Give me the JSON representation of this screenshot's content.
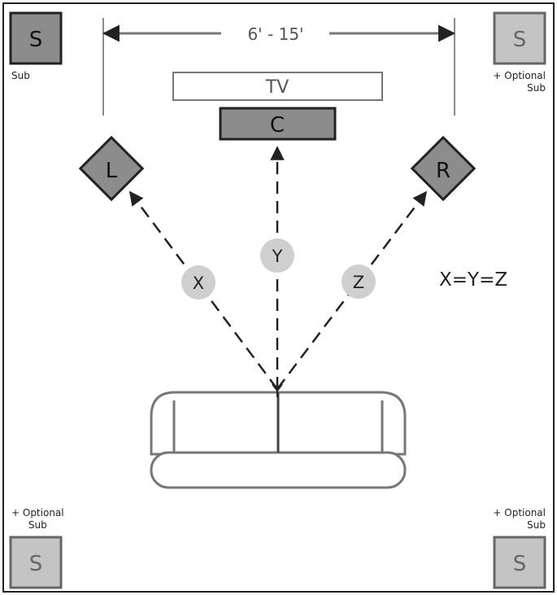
{
  "diagram": {
    "distance_label": "6' - 15'",
    "tv_label": "TV",
    "equation": "X=Y=Z",
    "speakers": {
      "center": "C",
      "left": "L",
      "right": "R"
    },
    "distances": {
      "x": "X",
      "y": "Y",
      "z": "Z"
    },
    "subwoofers": {
      "main": {
        "letter": "S",
        "caption": "Sub"
      },
      "top_right": {
        "letter": "S",
        "caption_line1": "+ Optional",
        "caption_line2": "Sub"
      },
      "bottom_left": {
        "letter": "S",
        "caption_line1": "+ Optional",
        "caption_line2": "Sub"
      },
      "bottom_right": {
        "letter": "S",
        "caption_line1": "+ Optional",
        "caption_line2": "Sub"
      }
    }
  },
  "colors": {
    "speaker_fill": "#8c8c8c",
    "optional_sub_fill": "#c4c4c4",
    "distance_badge_fill": "#cfcfcf",
    "sofa_stroke": "#777777",
    "line": "#222222"
  }
}
